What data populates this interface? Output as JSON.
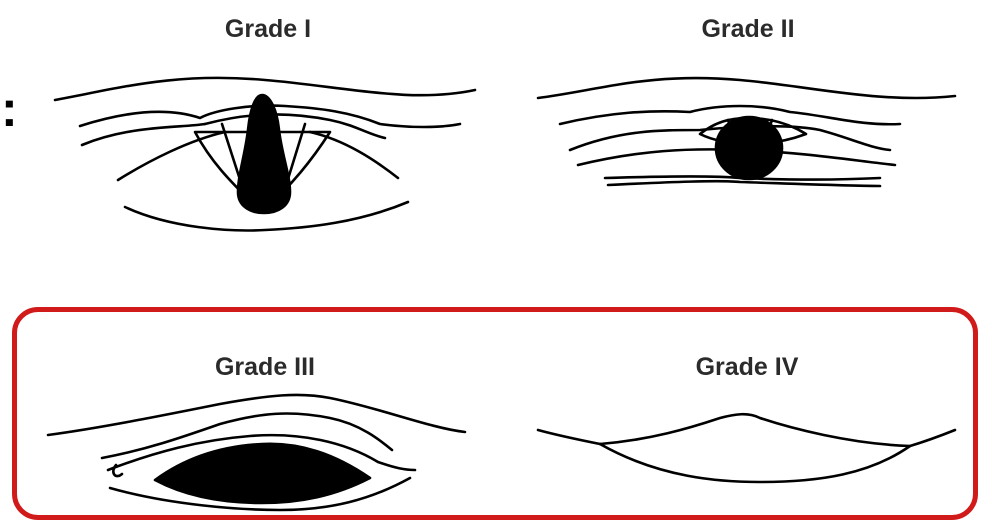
{
  "panels": [
    {
      "label": "Grade I"
    },
    {
      "label": "Grade II"
    },
    {
      "label": "Grade III"
    },
    {
      "label": "Grade IV"
    }
  ],
  "colors": {
    "highlight_border": "#d11a1a",
    "ink": "#000000"
  }
}
